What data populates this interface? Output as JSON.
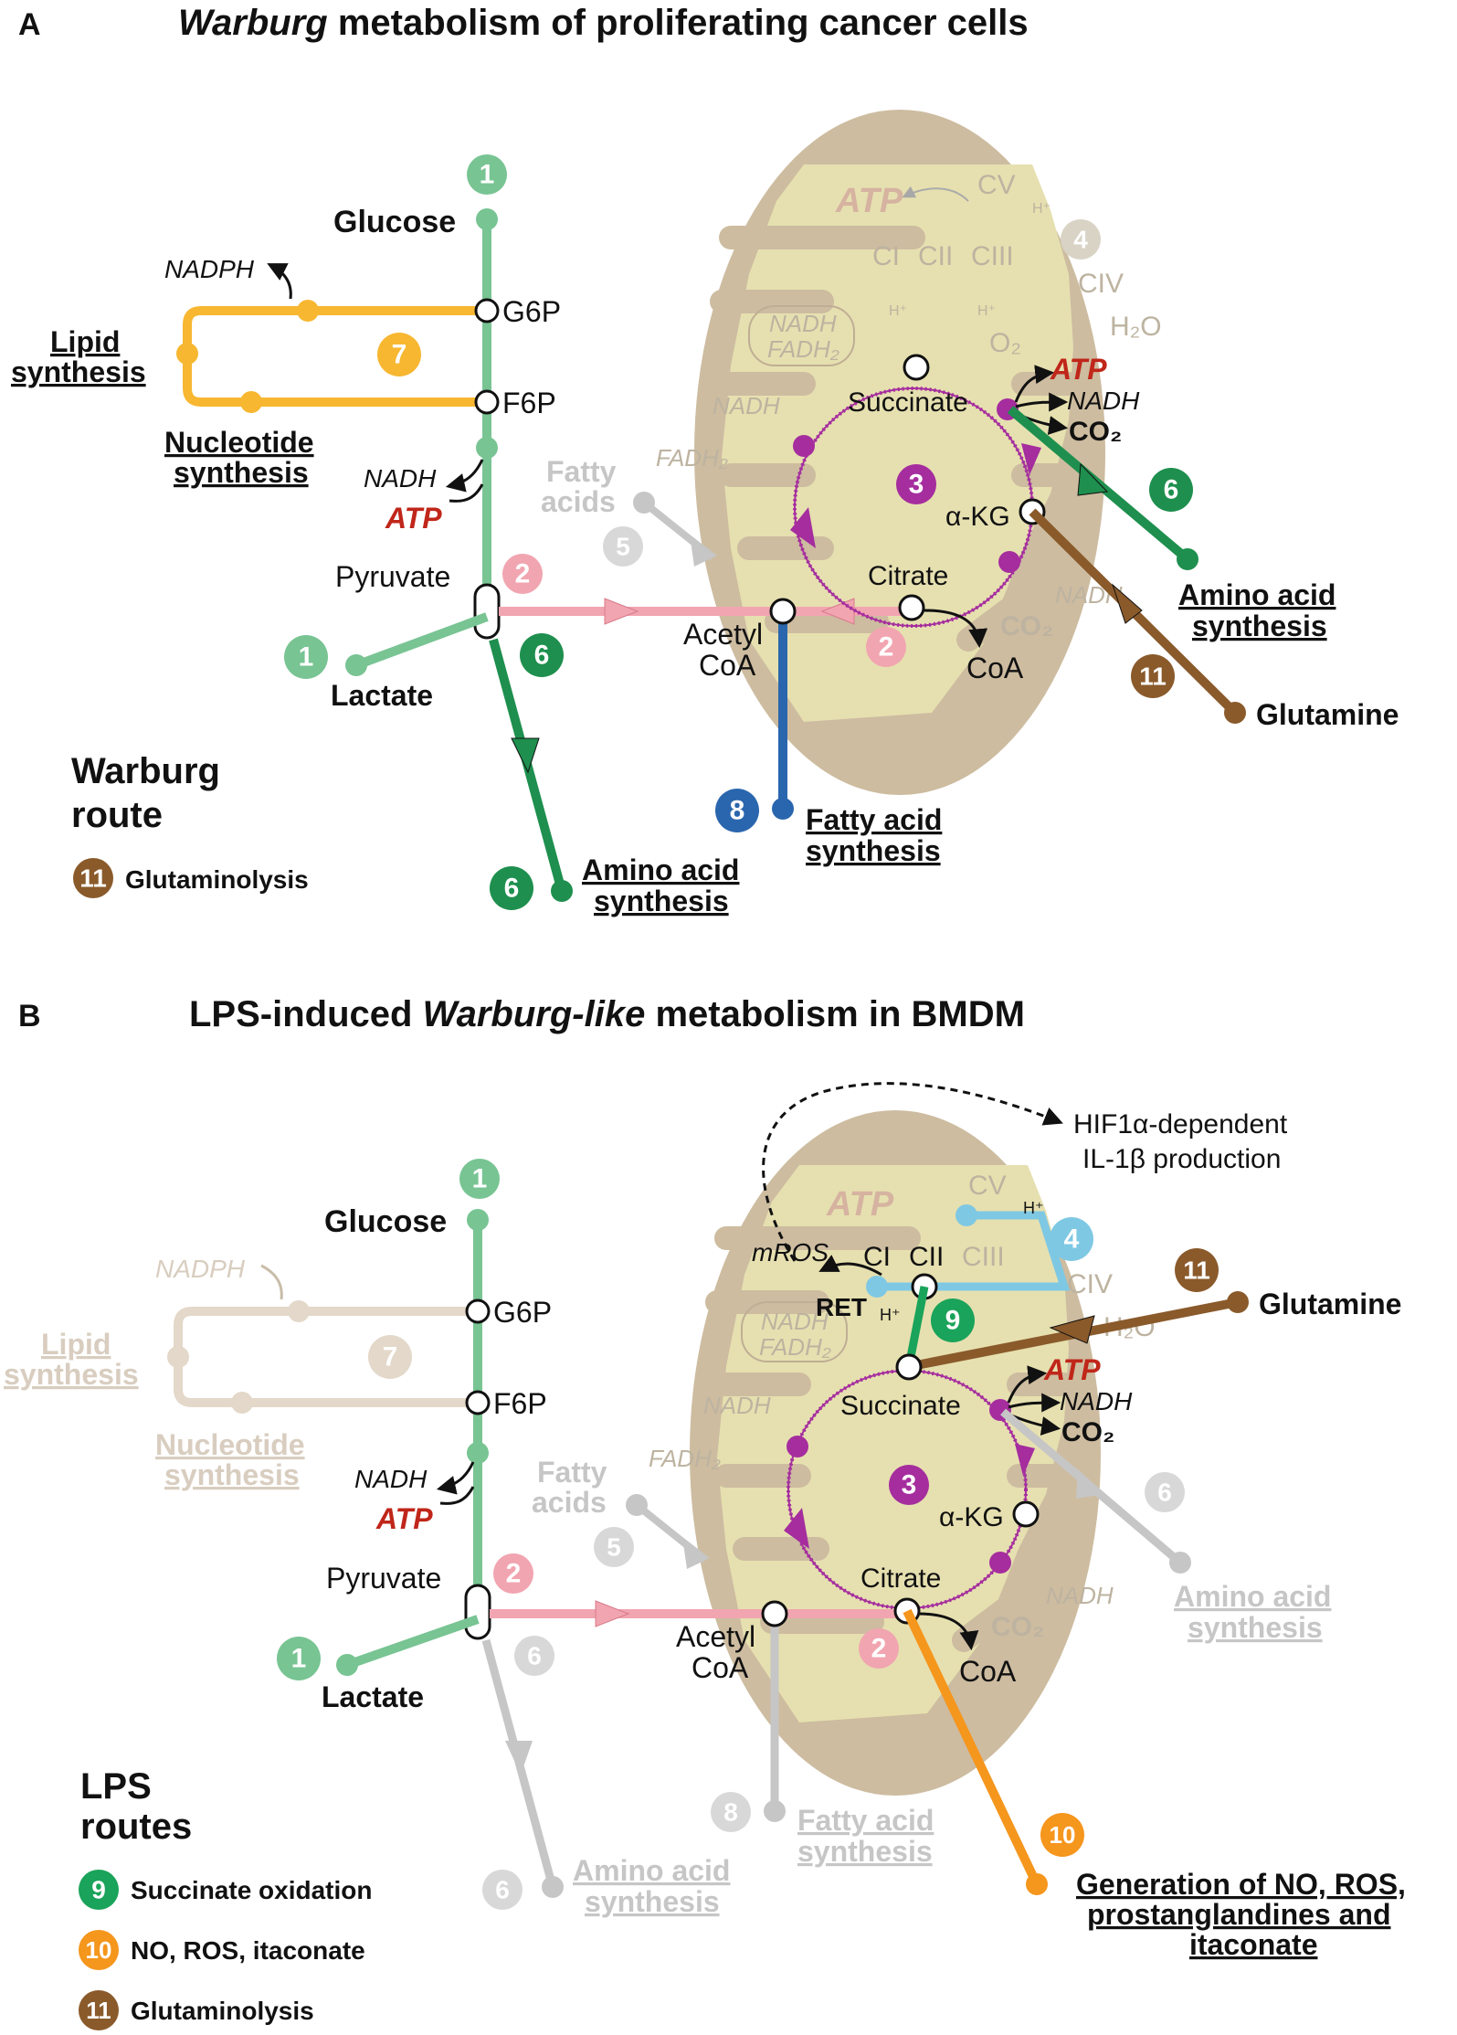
{
  "colors": {
    "glycolysis": "#78c493",
    "pentose": "#f7b731",
    "pentose_faded": "#e3d8c9",
    "pyruvate_entry": "#f1a5b0",
    "tca": "#a52d9e",
    "amino_acid": "#1e8f4e",
    "glutamine": "#8a5a2b",
    "fatty_acid": "#2a66ae",
    "etc": "#7ec8e3",
    "itaconate": "#f5961d",
    "succ_ox": "#1aa35a",
    "mito_outer": "#cdbca0",
    "mito_inner": "#e6e0b0",
    "atp_red": "#c0261a",
    "faded_gray": "#c6c6c6"
  },
  "panel_a": {
    "letter": "A",
    "title_italic": "Warburg",
    "title_rest": " metabolism of proliferating cancer cells",
    "labels": {
      "glucose": "Glucose",
      "g6p": "G6P",
      "f6p": "F6P",
      "nadph": "NADPH",
      "lipid1": "Lipid",
      "lipid2": "synthesis",
      "nucleo1": "Nucleotide",
      "nucleo2": "synthesis",
      "nadh_glyc": "NADH",
      "atp_glyc": "ATP",
      "pyruvate": "Pyruvate",
      "lactate": "Lactate",
      "acetyl1": "Acetyl",
      "acetyl2": "CoA",
      "coa": "CoA",
      "citrate": "Citrate",
      "akg": "α-KG",
      "succinate": "Succinate",
      "atp_tca": "ATP",
      "nadh_tca": "NADH",
      "co2_tca": "CO₂",
      "aa_right1": "Amino acid",
      "aa_right2": "synthesis",
      "glutamine": "Glutamine",
      "fa1": "Fatty acid",
      "fa2": "synthesis",
      "aa_bottom1": "Amino acid",
      "aa_bottom2": "synthesis",
      "fatty_acids1": "Fatty",
      "fatty_acids2": "acids",
      "mito_atp": "ATP",
      "mito_cv": "CV",
      "mito_ci": "CI",
      "mito_cii": "CII",
      "mito_ciii": "CIII",
      "mito_civ": "CIV",
      "mito_h2o": "H₂O",
      "mito_o2": "O₂",
      "mito_nadh": "NADH",
      "mito_fadh2": "FADH₂",
      "mito_nadh2": "NADH",
      "mito_fadh2b": "FADH₂",
      "mito_nadh3": "NADH",
      "mito_co2": "CO₂",
      "hplus1": "H⁺",
      "hplus2": "H⁺",
      "hplus3": "H⁺",
      "route1": "Warburg",
      "route2": "route",
      "legend_num": "11",
      "legend_text": "Glutaminolysis"
    },
    "badges": [
      "1",
      "7",
      "2",
      "6",
      "1",
      "6",
      "3",
      "6",
      "2",
      "11",
      "8",
      "5",
      "4"
    ]
  },
  "panel_b": {
    "letter": "B",
    "title_pre": "LPS-induced ",
    "title_italic": "Warburg-like",
    "title_rest": " metabolism in BMDM",
    "labels": {
      "hif1": "HIF1α-dependent",
      "hif2": "IL-1β production",
      "glucose": "Glucose",
      "g6p": "G6P",
      "f6p": "F6P",
      "nadph": "NADPH",
      "lipid1": "Lipid",
      "lipid2": "synthesis",
      "nucleo1": "Nucleotide",
      "nucleo2": "synthesis",
      "nadh_glyc": "NADH",
      "atp_glyc": "ATP",
      "pyruvate": "Pyruvate",
      "lactate": "Lactate",
      "acetyl1": "Acetyl",
      "acetyl2": "CoA",
      "coa": "CoA",
      "citrate": "Citrate",
      "akg": "α-KG",
      "succinate": "Succinate",
      "atp_tca": "ATP",
      "nadh_tca": "NADH",
      "co2_tca": "CO₂",
      "mros": "mROS",
      "ci": "CI",
      "cii": "CII",
      "ciii": "CIII",
      "civ": "CIV",
      "cv": "CV",
      "ret": "RET",
      "hplus_ret": "H⁺",
      "hplus_top": "H⁺",
      "glutamine": "Glutamine",
      "h2o": "H₂O",
      "mito_atp": "ATP",
      "mito_nadh": "NADH",
      "mito_fadh2": "FADH₂",
      "mito_nadh2": "NADH",
      "mito_fadh2b": "FADH₂",
      "mito_nadh3": "NADH",
      "mito_co2": "CO₂",
      "aa_right1": "Amino acid",
      "aa_right2": "synthesis",
      "fa1": "Fatty acid",
      "fa2": "synthesis",
      "aa_bottom1": "Amino acid",
      "aa_bottom2": "synthesis",
      "fatty_acids1": "Fatty",
      "fatty_acids2": "acids",
      "gen1": "Generation of NO, ROS,",
      "gen2": "prostanglandines and",
      "gen3": "itaconate",
      "route1": "LPS",
      "route2": "routes",
      "leg9_num": "9",
      "leg9_text": "Succinate oxidation",
      "leg10_num": "10",
      "leg10_text": "NO, ROS, itaconate",
      "leg11_num": "11",
      "leg11_text": "Glutaminolysis"
    },
    "badges": [
      "1",
      "7",
      "2",
      "1",
      "6",
      "3",
      "4",
      "11",
      "9",
      "6",
      "2",
      "5",
      "8",
      "6",
      "10"
    ]
  }
}
